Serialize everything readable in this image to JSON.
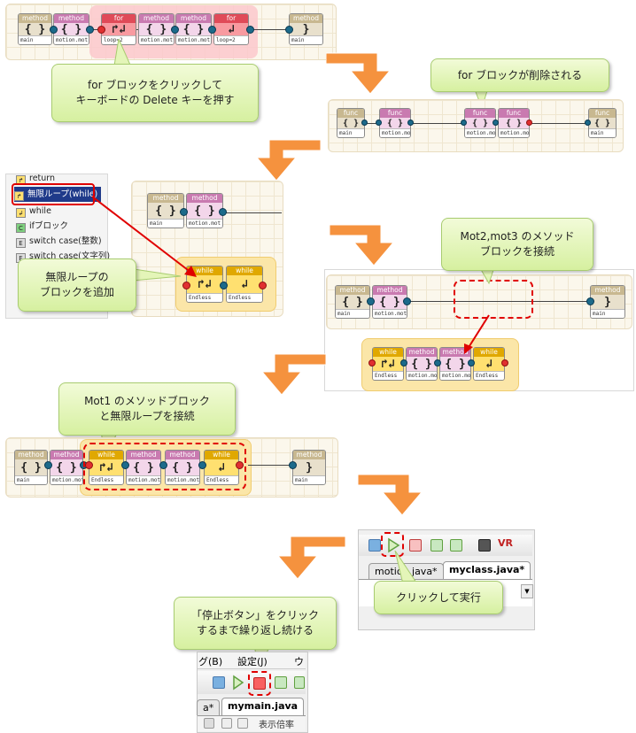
{
  "step1": {
    "blocks": [
      {
        "head": "method",
        "body": "{ }",
        "foot": "main"
      },
      {
        "head": "method",
        "body": "{ }",
        "foot": "motion.mot"
      },
      {
        "head": "for",
        "body": "↱↲",
        "foot": "loop=2"
      },
      {
        "head": "method",
        "body": "{ }",
        "foot": "motion.mot"
      },
      {
        "head": "method",
        "body": "{ }",
        "foot": "motion.mot"
      },
      {
        "head": "for",
        "body": "↲",
        "foot": "loop=2"
      },
      {
        "head": "method",
        "body": "}",
        "foot": "main"
      }
    ],
    "callout": [
      "for ブロックをクリックして",
      "キーボードの Delete キーを押す"
    ]
  },
  "step2": {
    "callout": "for ブロックが削除される",
    "blocks": [
      {
        "head": "func",
        "body": "{ }",
        "foot": "main"
      },
      {
        "head": "func",
        "body": "{ }",
        "foot": "motion.mot"
      },
      {
        "head": "func",
        "body": "{ }",
        "foot": "motion.mot"
      },
      {
        "head": "func",
        "body": "{ }",
        "foot": "motion.mot"
      },
      {
        "head": "func",
        "body": "{ }",
        "foot": "main"
      }
    ]
  },
  "step3": {
    "list": [
      {
        "icon": "↱",
        "label": "return"
      },
      {
        "icon": "↱",
        "label": "無限ループ(while)"
      },
      {
        "icon": "↲",
        "label": "while"
      },
      {
        "icon": "C",
        "label": "ifブロック"
      },
      {
        "icon": "E",
        "label": "switch case(整数)"
      },
      {
        "icon": "E",
        "label": "switch case(文字列)"
      }
    ],
    "blocks": [
      {
        "head": "method",
        "body": "{ }",
        "foot": "main"
      },
      {
        "head": "method",
        "body": "{ }",
        "foot": "motion.mot"
      }
    ],
    "while_blocks": [
      {
        "head": "while",
        "body": "↱↲",
        "foot": "Endless"
      },
      {
        "head": "while",
        "body": "↲",
        "foot": "Endless"
      }
    ],
    "callout": [
      "無限ループの",
      "ブロックを追加"
    ]
  },
  "step4": {
    "callout": [
      "Mot2,mot3 のメソッド",
      "ブロックを接続"
    ],
    "blocks": [
      {
        "head": "method",
        "body": "{ }",
        "foot": "main"
      },
      {
        "head": "method",
        "body": "{ }",
        "foot": "motion.mot"
      },
      {
        "head": "method",
        "body": "}",
        "foot": "main"
      }
    ],
    "group": [
      {
        "head": "while",
        "body": "↱↲",
        "foot": "Endless"
      },
      {
        "head": "method",
        "body": "{ }",
        "foot": "motion.mot"
      },
      {
        "head": "method",
        "body": "{ }",
        "foot": "motion.mot"
      },
      {
        "head": "while",
        "body": "↲",
        "foot": "Endless"
      }
    ]
  },
  "step5": {
    "callout": [
      "Mot1 のメソッドブロック",
      "と無限ループを接続"
    ],
    "blocks": [
      {
        "head": "method",
        "body": "{ }",
        "foot": "main"
      },
      {
        "head": "method",
        "body": "{ }",
        "foot": "motion.mot"
      },
      {
        "head": "while",
        "body": "↱↲",
        "foot": "Endless"
      },
      {
        "head": "method",
        "body": "{ }",
        "foot": "motion.mot"
      },
      {
        "head": "method",
        "body": "{ }",
        "foot": "motion.mot"
      },
      {
        "head": "while",
        "body": "↲",
        "foot": "Endless"
      },
      {
        "head": "method",
        "body": "}",
        "foot": "main"
      }
    ]
  },
  "step6": {
    "tabs": [
      "motion.java*",
      "myclass.java*"
    ],
    "callout": "クリックして実行",
    "vr_label": "VR"
  },
  "step7": {
    "callout": [
      "「停止ボタン」をクリック",
      "するまで繰り返し続ける"
    ],
    "menu": [
      "グ(B)",
      "設定(J)",
      "ウ"
    ],
    "tabs": [
      "a*",
      "mymain.java"
    ],
    "status": "表示倍率"
  },
  "colors": {
    "accent_arrow": "#f5923e",
    "highlight": "#e00000",
    "callout_green": "#d6f0a0"
  }
}
